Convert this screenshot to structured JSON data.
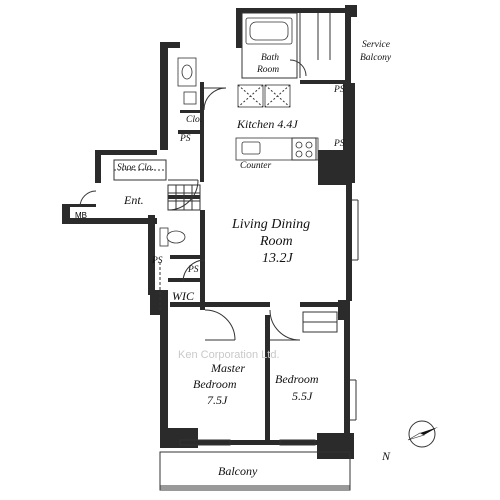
{
  "rooms": {
    "bath": [
      "Bath",
      "Room"
    ],
    "service_balcony": [
      "Service",
      "Balcony"
    ],
    "kitchen": "Kitchen 4.4J",
    "counter": "Counter",
    "closet": "Clo.",
    "ps_labels": [
      "PS",
      "PS",
      "PS",
      "PS",
      "PS"
    ],
    "shoe_closet": "Shoe Clo.",
    "entrance": "Ent.",
    "mb": "MB",
    "ldk": [
      "Living Dining",
      "Room",
      "13.2J"
    ],
    "wic": "WIC",
    "master": [
      "Master",
      "Bedroom",
      "7.5J"
    ],
    "bedroom": [
      "Bedroom",
      "5.5J"
    ],
    "balcony": "Balcony"
  },
  "watermark": "Ken Corporation Ltd.",
  "compass": {
    "letter": "N",
    "icon": "north-arrow-icon"
  }
}
